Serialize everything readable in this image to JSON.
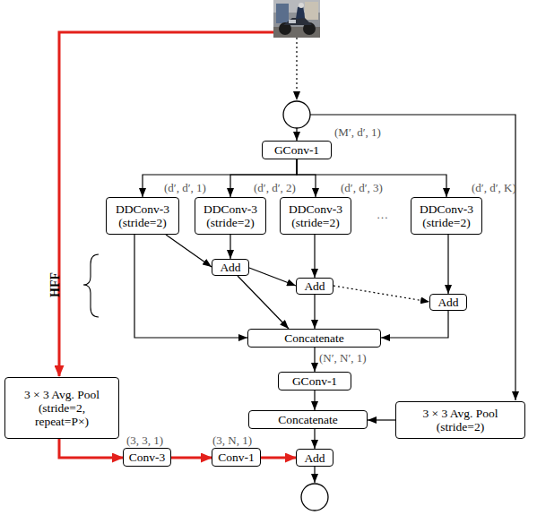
{
  "diagram": {
    "nodes": [
      {
        "text": [
          "GConv-1"
        ]
      },
      {
        "text": [
          "DDConv-3 (stride=2)"
        ]
      },
      {
        "text": [
          "DDConv-3 (stride=2)"
        ]
      },
      {
        "text": [
          "DDConv-3 (stride=2)"
        ]
      },
      {
        "text": [
          "DDConv-3 (stride=2)"
        ]
      },
      {
        "text": [
          "Add"
        ]
      },
      {
        "text": [
          "Add"
        ]
      },
      {
        "text": [
          "Add"
        ]
      },
      {
        "text": [
          "Concatenate"
        ]
      },
      {
        "text": [
          "GConv-1"
        ]
      },
      {
        "text": [
          "3 × 3 Avg. Pool (stride=2)"
        ]
      },
      {
        "text": [
          "Concatenate"
        ]
      },
      {
        "text": [
          "3 × 3 Avg. Pool (stride=2, repeat=P×)"
        ]
      },
      {
        "text": [
          "Conv-3"
        ]
      },
      {
        "text": [
          "Conv-1"
        ]
      },
      {
        "text": [
          "Add"
        ]
      }
    ],
    "edges": [
      {
        "from": 0,
        "to": 1,
        "arrow": "to"
      },
      {
        "from": 0,
        "to": 2,
        "arrow": "to"
      },
      {
        "from": 0,
        "to": 3,
        "arrow": "to"
      },
      {
        "from": 0,
        "to": 4,
        "arrow": "to"
      },
      {
        "from": 1,
        "to": 5,
        "arrow": "to"
      },
      {
        "from": 2,
        "to": 5,
        "arrow": "to"
      },
      {
        "from": 5,
        "to": 6,
        "arrow": "to"
      },
      {
        "from": 3,
        "to": 6,
        "arrow": "to"
      },
      {
        "from": 6,
        "to": 7,
        "arrow": "to"
      },
      {
        "from": 4,
        "to": 7,
        "arrow": "to"
      },
      {
        "from": 1,
        "to": 8,
        "arrow": "to"
      },
      {
        "from": 5,
        "to": 8,
        "arrow": "to"
      },
      {
        "from": 6,
        "to": 8,
        "arrow": "to"
      },
      {
        "from": 7,
        "to": 8,
        "arrow": "to"
      },
      {
        "from": 8,
        "to": 9,
        "arrow": "to"
      },
      {
        "from": 9,
        "to": 11,
        "arrow": "to"
      },
      {
        "from": 10,
        "to": 11,
        "arrow": "to"
      },
      {
        "from": 11,
        "to": 15,
        "arrow": "to"
      },
      {
        "from": 12,
        "to": 13,
        "arrow": "to"
      },
      {
        "from": 13,
        "to": 14,
        "arrow": "to"
      },
      {
        "from": 14,
        "to": 15,
        "arrow": "to"
      }
    ],
    "labels": [
      "(M′, d′, 1)",
      "(d′, d′, 1)",
      "(d′, d′, 2)",
      "(d′, d′, 3)",
      "…",
      "(d′, d′, K)",
      "HFF",
      "(N′, N′, 1)",
      "(3, 3, 1)",
      "(3, N, 1)"
    ]
  }
}
